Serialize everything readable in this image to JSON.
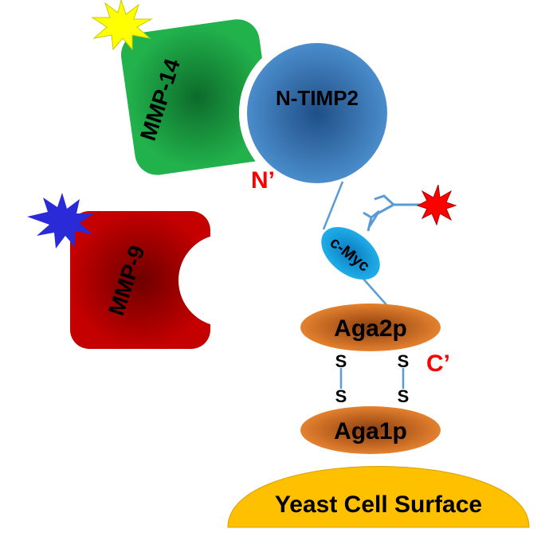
{
  "labels": {
    "mmp14": "MMP-14",
    "mmp9": "MMP-9",
    "ntimp2": "N-TIMP2",
    "n_terminus": "N’",
    "c_terminus": "C’",
    "cmyc": "c-Myc",
    "aga2p": "Aga2p",
    "aga1p": "Aga1p",
    "disulfide": "S",
    "yeast": "Yeast Cell Surface"
  },
  "colors": {
    "mmp14": "#1fae4a",
    "mmp9": "#c00000",
    "ntimp2": "#3d7fc2",
    "cmyc": "#1aa3e0",
    "aga": "#e07b2a",
    "yeast": "#ffc000",
    "star_yellow": "#ffff00",
    "star_blue": "#2a2ad8",
    "star_red": "#ff0000",
    "terminus": "#ff0000",
    "linker": "#5b9bd5"
  }
}
